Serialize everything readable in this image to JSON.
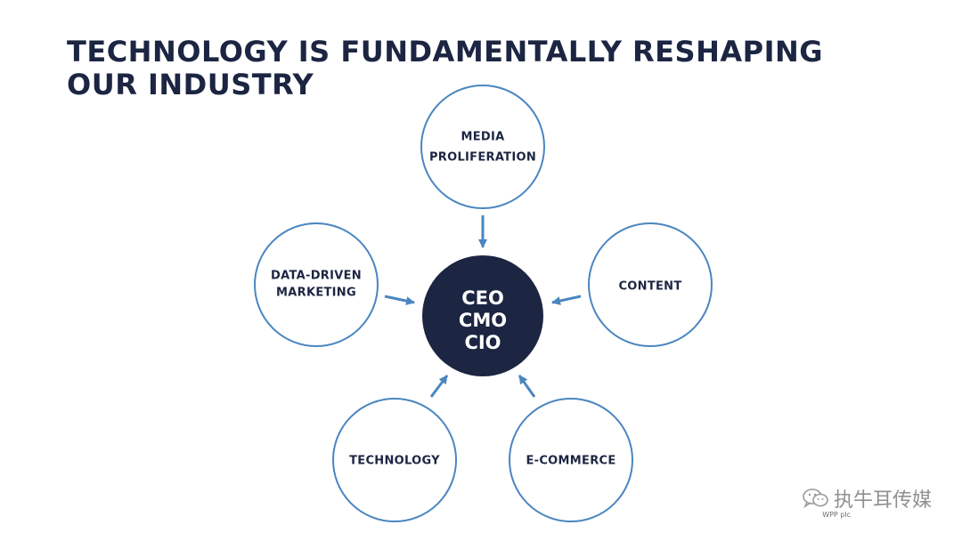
{
  "title": {
    "line1": "TECHNOLOGY IS FUNDAMENTALLY RESHAPING",
    "line2": "OUR INDUSTRY"
  },
  "center": {
    "lines": [
      "CEO",
      "CMO",
      "CIO"
    ],
    "fill": "#1c2542"
  },
  "nodes": [
    {
      "id": "media",
      "lines": [
        "MEDIA",
        "PROLIFERATION"
      ]
    },
    {
      "id": "content",
      "lines": [
        "CONTENT"
      ]
    },
    {
      "id": "ecommerce",
      "lines": [
        "E-COMMERCE"
      ]
    },
    {
      "id": "technology",
      "lines": [
        "TECHNOLOGY"
      ]
    },
    {
      "id": "data",
      "lines": [
        "DATA-DRIVEN",
        "MARKETING"
      ]
    }
  ],
  "colors": {
    "title": "#1c2542",
    "circle_stroke": "#4a86c0",
    "arrow": "#4a86c0"
  },
  "watermark": {
    "text": "执牛耳传媒",
    "sub": "WPP plc",
    "icon": "wechat-icon"
  }
}
